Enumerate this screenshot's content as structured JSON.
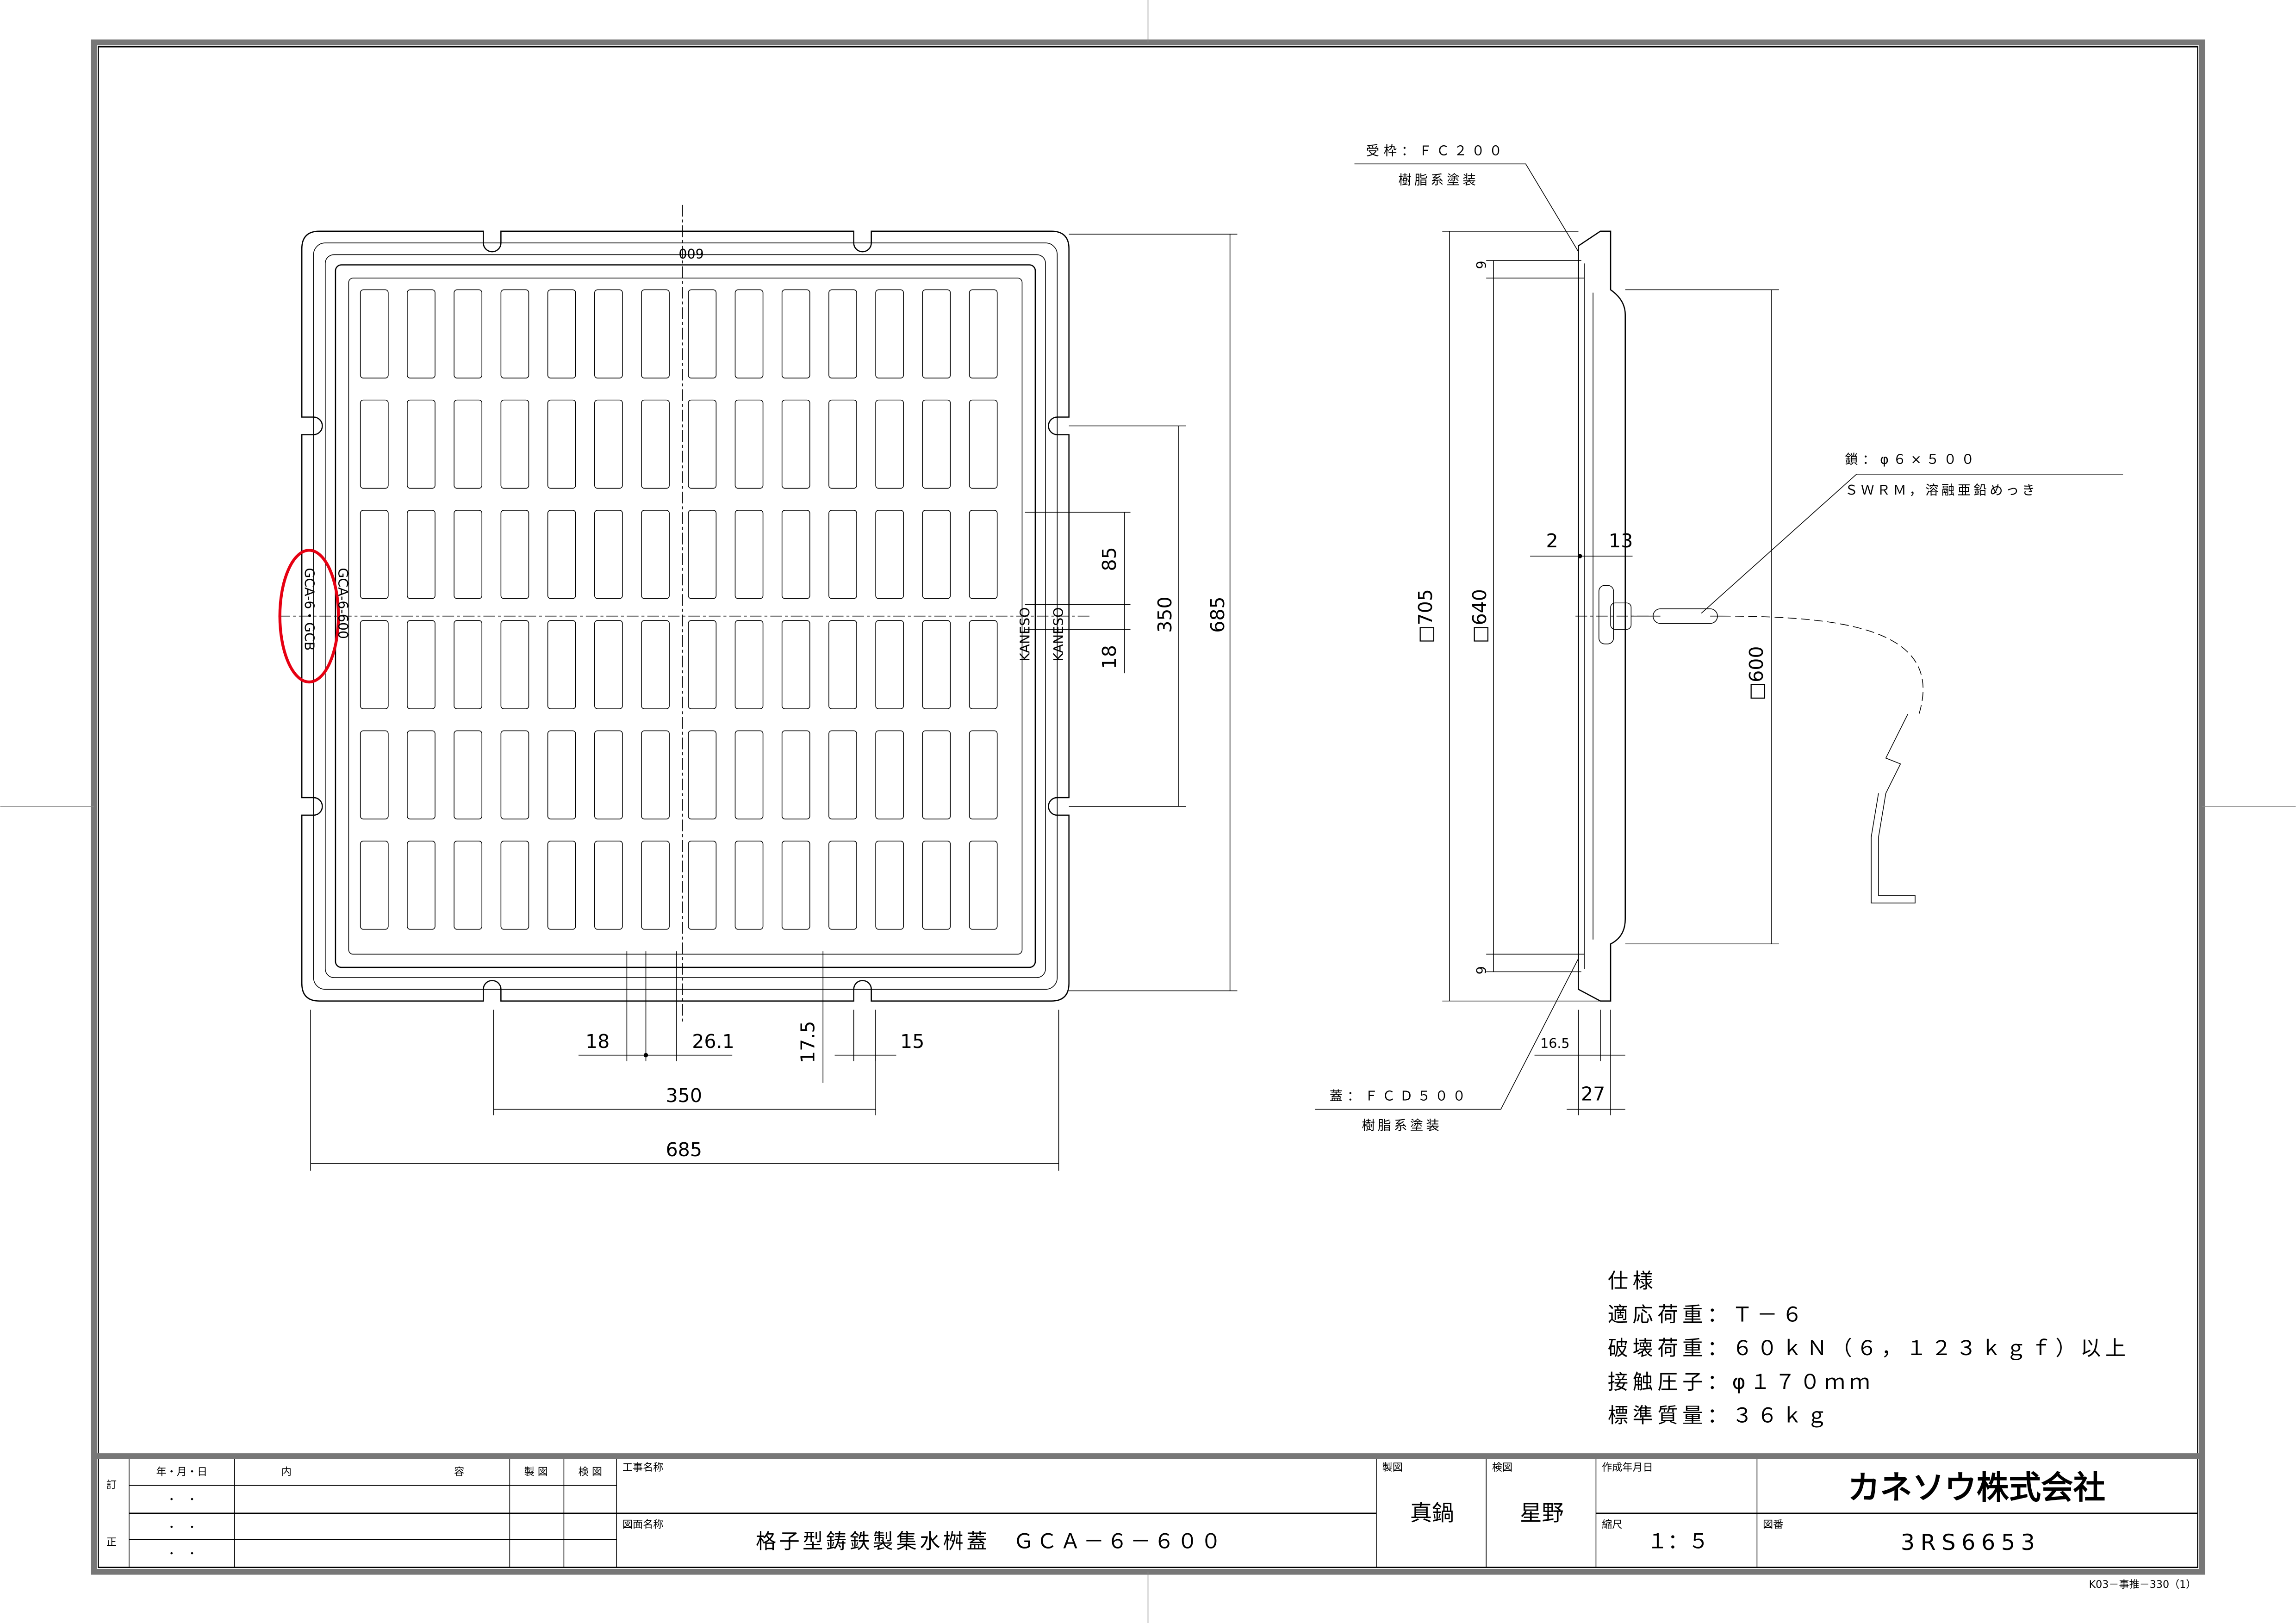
{
  "plan_view": {
    "top_mark": "600",
    "side_mark_outer": "GCA-6・GCB",
    "side_mark_inner": "GCA-6-600",
    "brand_mark_1": "KANESO",
    "brand_mark_2": "KANESO",
    "grate": {
      "columns": 14,
      "rows": 6
    },
    "dims": {
      "width_overall": "685",
      "slot_span_h": "350",
      "rib_18": "18",
      "pitch_26": "26.1",
      "notch_17": "17.5",
      "notch_15": "15",
      "height_overall": "685",
      "slot_span_v": "350",
      "v85": "85",
      "v18": "18"
    }
  },
  "side_view": {
    "frame_label": "受枠：ＦＣ２００",
    "frame_coating": "樹脂系塗装",
    "cover_label": "蓋：ＦＣＤ５００",
    "cover_coating": "樹脂系塗装",
    "chain_label": "鎖：φ６×５００",
    "chain_spec": "ＳＷＲＭ，溶融亜鉛めっき",
    "dims": {
      "sq705": "□705",
      "sq640": "□640",
      "sq600": "□600",
      "top9": "9",
      "bot9": "9",
      "d2": "2",
      "d13": "13",
      "d16_5": "16.5",
      "d27": "27"
    }
  },
  "spec": {
    "title": "仕様",
    "lines": [
      "適応荷重：Ｔ－６",
      "破壊荷重：６０ｋＮ（６，１２３ｋｇｆ）以上",
      "接触圧子：φ１７０ｍｍ",
      "標準質量：３６ｋｇ"
    ]
  },
  "title_block": {
    "revision_label": "訂",
    "correction_label": "正",
    "date_header": "年・月・日",
    "content_header_1": "内",
    "content_header_2": "容",
    "drawn_header": "製 図",
    "checked_header": "検 図",
    "date_rows": [
      "・　・",
      "・　・",
      "・　・"
    ],
    "project_name_label": "工事名称",
    "drawing_name_label": "図面名称",
    "drawing_name": "格子型鋳鉄製集水桝蓋　ＧＣＡ－６－６００",
    "drafter_label": "製図",
    "drafter": "真鍋",
    "checker_label": "検図",
    "checker": "星野",
    "date_label": "作成年月日",
    "scale_label": "縮尺",
    "scale": "１：５",
    "company": "カネソウ株式会社",
    "drawing_no_label": "図番",
    "drawing_no": "3RS6653",
    "form_code": "K03－事推－330（1）"
  },
  "colors": {
    "highlight": "#e60012",
    "frame": "#777777"
  }
}
